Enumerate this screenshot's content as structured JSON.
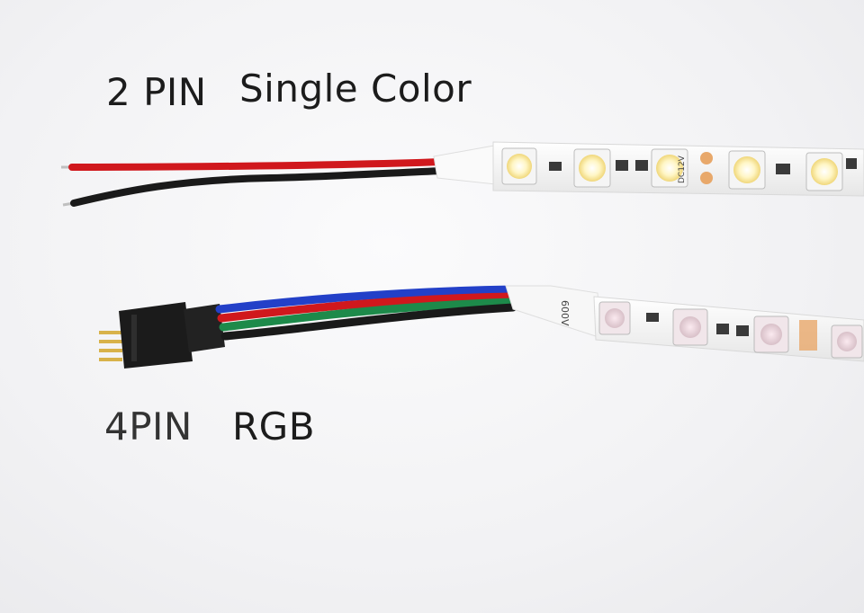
{
  "labels": {
    "top_pin": "2 PIN",
    "top_type": "Single Color",
    "bottom_pin": "4PIN",
    "bottom_type": "RGB"
  },
  "strip_prints": {
    "top_voltage": "DC12V",
    "bottom_marking": "600V"
  },
  "colors": {
    "red_wire": "#d0181d",
    "black_wire": "#1a1a1a",
    "blue_wire": "#2340c8",
    "green_wire": "#1d8a4a",
    "connector": "#1b1b1b",
    "led_warm": "#fff2b0",
    "strip": "#f7f7f7"
  }
}
